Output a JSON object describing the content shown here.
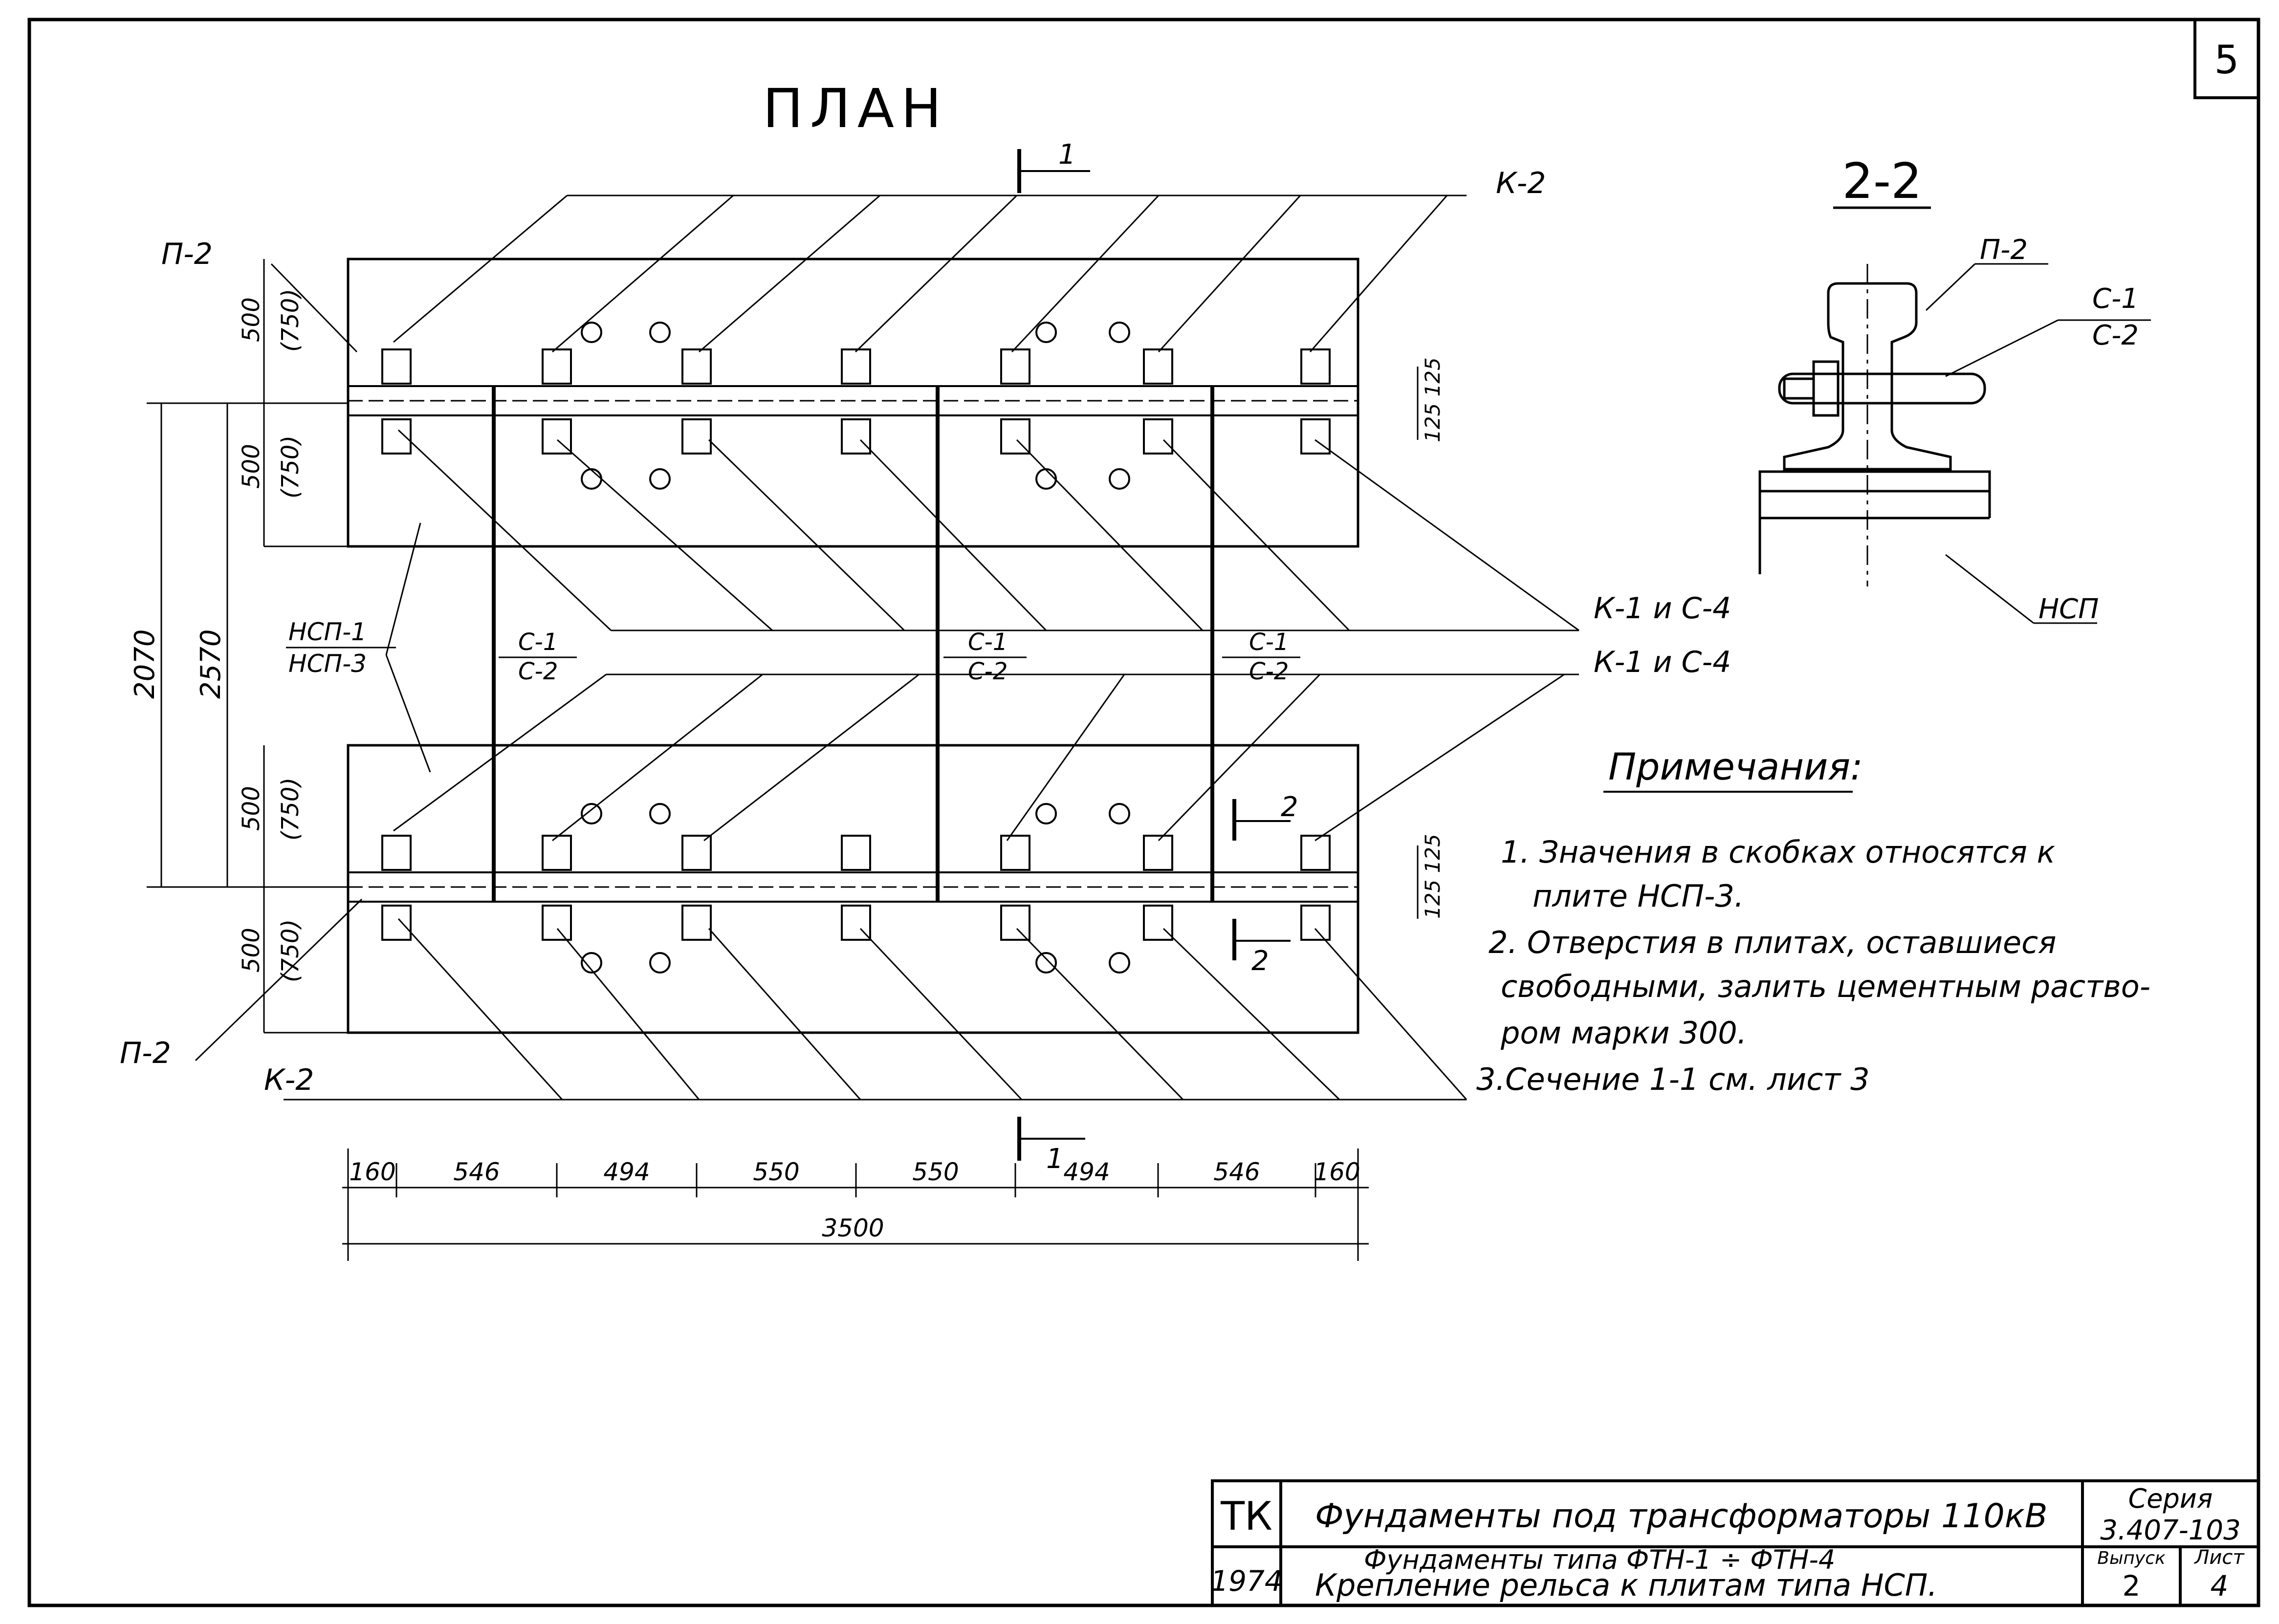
{
  "sheet_number": "5",
  "plan": {
    "title": "ПЛАН",
    "labels": {
      "k2_top": "К-2",
      "k2_bottom": "К-2",
      "p2_top": "П-2",
      "p2_bottom": "П-2",
      "nsp_1": "НСП-1",
      "nsp_3": "НСП-3",
      "k1_c4_upper": "К-1 и С-4",
      "k1_c4_lower": "К-1 и С-4",
      "c1_left": "С-1",
      "c2_left": "С-2",
      "c1_mid": "С-1",
      "c2_mid": "С-2",
      "c1_right": "С-1",
      "c2_right": "С-2",
      "section_1_top": "1",
      "section_1_bottom": "1",
      "section_2_top": "2",
      "section_2_bottom": "2"
    },
    "vertical_dims": {
      "d500_750_a": "500",
      "d750_a": "(750)",
      "d500_750_b": "500",
      "d750_b": "(750)",
      "d500_750_c": "500",
      "d750_c": "(750)",
      "d500_750_d": "500",
      "d750_d": "(750)",
      "d2070": "2070",
      "d2570": "2570",
      "d125_top": "125 125",
      "d125_bottom": "125 125"
    },
    "horizontal_dims": [
      "160",
      "546",
      "494",
      "550",
      "550",
      "494",
      "546",
      "160"
    ],
    "overall_dim": "3500"
  },
  "section": {
    "title": "2-2",
    "p2": "П-2",
    "c1": "С-1",
    "c2": "С-2",
    "nsp": "НСП"
  },
  "notes": {
    "title": "Примечания:",
    "items": [
      "1. Значения в скобках относятся к",
      "плите НСП-3.",
      "2. Отверстия в плитах, оставшиеся",
      "свободными, залить цементным раство-",
      "ром марки 300.",
      "3.Сечение 1-1 см. лист 3"
    ]
  },
  "title_block": {
    "org": "ТК",
    "year": "1974",
    "title": "Фундаменты под трансформаторы 110кВ",
    "subtitle_1": "Фундаменты типа ФТН-1 ÷ ФТН-4",
    "subtitle_2": "Крепление рельса к плитам типа НСП.",
    "series_label": "Серия",
    "series_value": "3.407-103",
    "issue_label": "Выпуск",
    "issue_value": "2",
    "sheet_label": "Лист",
    "sheet_value": "4"
  }
}
